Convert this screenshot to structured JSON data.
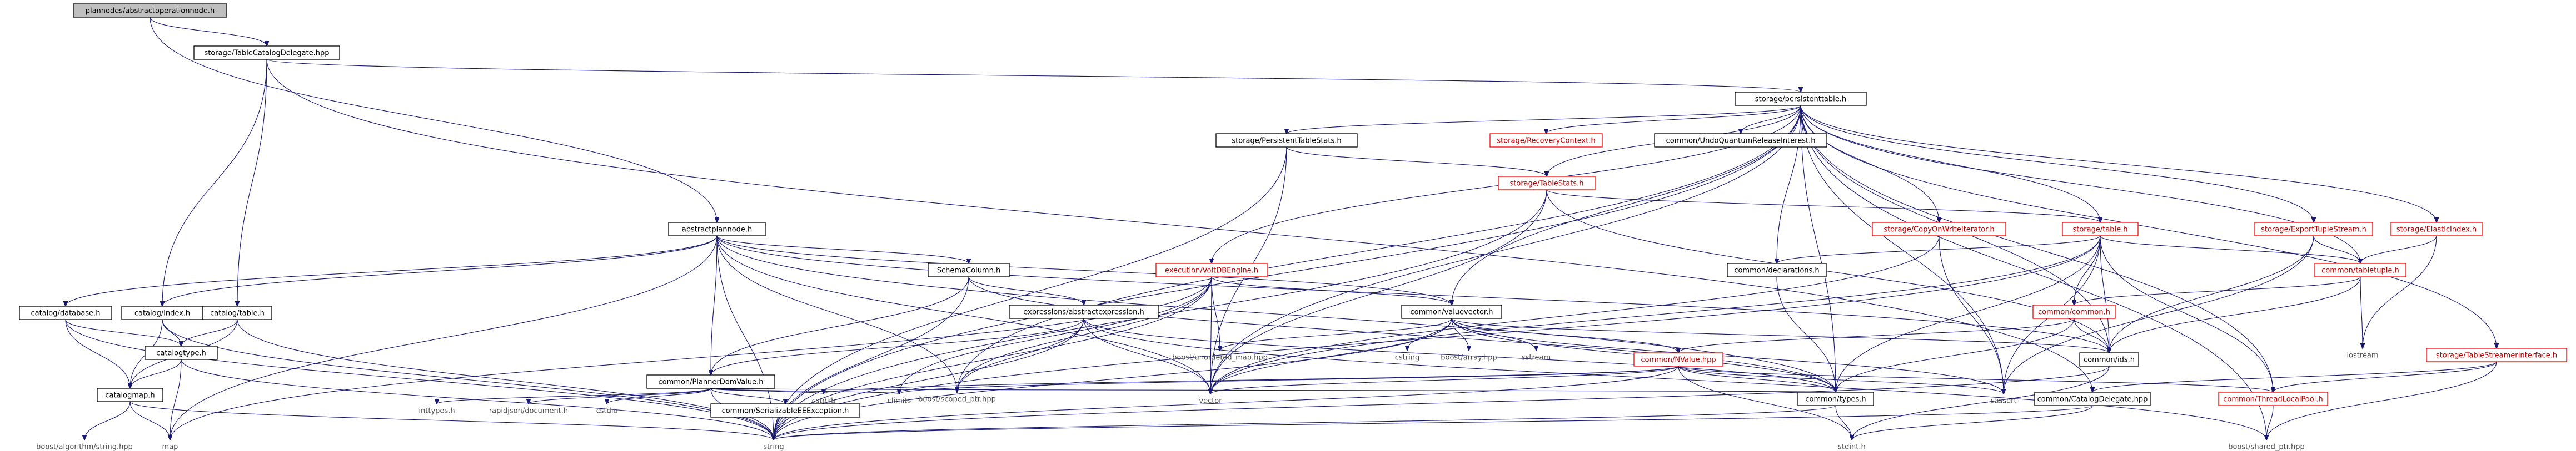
{
  "colors": {
    "edge": "#191970",
    "root_fill": "#bfbfbf",
    "node_border_black": "#000000",
    "node_border_red": "#ff0000",
    "text_red": "#c00000",
    "text_plain": "#505050",
    "background": "#ffffff"
  },
  "nodes": [
    {
      "id": "root",
      "label": "plannodes/abstractoperationnode.h",
      "style": "root"
    },
    {
      "id": "tcd",
      "label": "storage/TableCatalogDelegate.hpp",
      "style": "black"
    },
    {
      "id": "ptable",
      "label": "storage/persistenttable.h",
      "style": "black"
    },
    {
      "id": "apn",
      "label": "abstractplannode.h",
      "style": "black"
    },
    {
      "id": "catindex",
      "label": "catalog/index.h",
      "style": "black"
    },
    {
      "id": "cattable",
      "label": "catalog/table.h",
      "style": "black"
    },
    {
      "id": "catdb",
      "label": "catalog/database.h",
      "style": "black"
    },
    {
      "id": "cattype",
      "label": "catalogtype.h",
      "style": "black"
    },
    {
      "id": "catmap",
      "label": "catalogmap.h",
      "style": "black"
    },
    {
      "id": "pts",
      "label": "storage/PersistentTableStats.h",
      "style": "black"
    },
    {
      "id": "recctx",
      "label": "storage/RecoveryContext.h",
      "style": "red"
    },
    {
      "id": "undo",
      "label": "common/UndoQuantumReleaseInterest.h",
      "style": "black"
    },
    {
      "id": "tstats",
      "label": "storage/TableStats.h",
      "style": "red"
    },
    {
      "id": "copyonwrite",
      "label": "storage/CopyOnWriteIterator.h",
      "style": "red"
    },
    {
      "id": "stable",
      "label": "storage/table.h",
      "style": "red"
    },
    {
      "id": "exportts",
      "label": "storage/ExportTupleStream.h",
      "style": "red"
    },
    {
      "id": "elastic",
      "label": "storage/ElasticIndex.h",
      "style": "red"
    },
    {
      "id": "schema",
      "label": "SchemaColumn.h",
      "style": "black"
    },
    {
      "id": "voltdb",
      "label": "execution/VoltDBEngine.h",
      "style": "red"
    },
    {
      "id": "absexpr",
      "label": "expressions/abstractexpression.h",
      "style": "black"
    },
    {
      "id": "decl",
      "label": "common/declarations.h",
      "style": "black"
    },
    {
      "id": "tabletuple",
      "label": "common/tabletuple.h",
      "style": "red"
    },
    {
      "id": "valvec",
      "label": "common/valuevector.h",
      "style": "black"
    },
    {
      "id": "pdv",
      "label": "common/PlannerDomValue.h",
      "style": "black"
    },
    {
      "id": "ccommon",
      "label": "common/common.h",
      "style": "red"
    },
    {
      "id": "nvalue",
      "label": "common/NValue.hpp",
      "style": "red"
    },
    {
      "id": "cids",
      "label": "common/ids.h",
      "style": "black"
    },
    {
      "id": "tsi",
      "label": "storage/TableStreamerInterface.h",
      "style": "red"
    },
    {
      "id": "ctypes",
      "label": "common/types.h",
      "style": "black"
    },
    {
      "id": "ccd",
      "label": "common/CatalogDelegate.hpp",
      "style": "black"
    },
    {
      "id": "tlp",
      "label": "common/ThreadLocalPool.h",
      "style": "red"
    },
    {
      "id": "ser",
      "label": "common/SerializableEEException.h",
      "style": "black"
    },
    {
      "id": "unmap",
      "label": "boost/unordered_map.hpp",
      "style": "plain"
    },
    {
      "id": "scoped",
      "label": "boost/scoped_ptr.hpp",
      "style": "plain"
    },
    {
      "id": "arrayhpp",
      "label": "boost/array.hpp",
      "style": "plain"
    },
    {
      "id": "sstream",
      "label": "sstream",
      "style": "plain"
    },
    {
      "id": "cstring",
      "label": "cstring",
      "style": "plain"
    },
    {
      "id": "iostream",
      "label": "iostream",
      "style": "plain"
    },
    {
      "id": "inttypes",
      "label": "inttypes.h",
      "style": "plain"
    },
    {
      "id": "rapid",
      "label": "rapidjson/document.h",
      "style": "plain"
    },
    {
      "id": "cstdio",
      "label": "cstdio",
      "style": "plain"
    },
    {
      "id": "cstdlib",
      "label": "cstdlib",
      "style": "plain"
    },
    {
      "id": "climits",
      "label": "climits",
      "style": "plain"
    },
    {
      "id": "vector",
      "label": "vector",
      "style": "plain"
    },
    {
      "id": "cassert",
      "label": "cassert",
      "style": "plain"
    },
    {
      "id": "string",
      "label": "string",
      "style": "plain"
    },
    {
      "id": "map",
      "label": "map",
      "style": "plain"
    },
    {
      "id": "stdint",
      "label": "stdint.h",
      "style": "plain"
    },
    {
      "id": "shared",
      "label": "boost/shared_ptr.hpp",
      "style": "plain"
    },
    {
      "id": "algo",
      "label": "boost/algorithm/string.hpp",
      "style": "plain"
    }
  ],
  "edges": [
    [
      "root",
      "tcd"
    ],
    [
      "root",
      "apn"
    ],
    [
      "tcd",
      "ptable"
    ],
    [
      "tcd",
      "catindex"
    ],
    [
      "tcd",
      "cattable"
    ],
    [
      "tcd",
      "ccd"
    ],
    [
      "ptable",
      "pts"
    ],
    [
      "ptable",
      "recctx"
    ],
    [
      "ptable",
      "undo"
    ],
    [
      "ptable",
      "tstats"
    ],
    [
      "ptable",
      "copyonwrite"
    ],
    [
      "ptable",
      "stable"
    ],
    [
      "ptable",
      "exportts"
    ],
    [
      "ptable",
      "elastic"
    ],
    [
      "ptable",
      "voltdb"
    ],
    [
      "ptable",
      "valvec"
    ],
    [
      "ptable",
      "decl"
    ],
    [
      "ptable",
      "tabletuple"
    ],
    [
      "ptable",
      "cids"
    ],
    [
      "ptable",
      "tsi"
    ],
    [
      "ptable",
      "ctypes"
    ],
    [
      "ptable",
      "tlp"
    ],
    [
      "ptable",
      "vector"
    ],
    [
      "ptable",
      "string"
    ],
    [
      "ptable",
      "scoped"
    ],
    [
      "ptable",
      "shared"
    ],
    [
      "ptable",
      "cassert"
    ],
    [
      "pts",
      "tstats"
    ],
    [
      "pts",
      "string"
    ],
    [
      "pts",
      "vector"
    ],
    [
      "tstats",
      "stable"
    ],
    [
      "tstats",
      "string"
    ],
    [
      "tstats",
      "vector"
    ],
    [
      "tstats",
      "cids"
    ],
    [
      "stable",
      "decl"
    ],
    [
      "stable",
      "tabletuple"
    ],
    [
      "stable",
      "cids"
    ],
    [
      "stable",
      "ctypes"
    ],
    [
      "stable",
      "tlp"
    ],
    [
      "stable",
      "vector"
    ],
    [
      "stable",
      "string"
    ],
    [
      "stable",
      "cassert"
    ],
    [
      "stable",
      "ccommon"
    ],
    [
      "copyonwrite",
      "vector"
    ],
    [
      "copyonwrite",
      "cassert"
    ],
    [
      "exportts",
      "tabletuple"
    ],
    [
      "exportts",
      "cids"
    ],
    [
      "exportts",
      "cassert"
    ],
    [
      "elastic",
      "tabletuple"
    ],
    [
      "elastic",
      "iostream"
    ],
    [
      "apn",
      "catdb"
    ],
    [
      "apn",
      "catindex"
    ],
    [
      "apn",
      "schema"
    ],
    [
      "apn",
      "pdv"
    ],
    [
      "apn",
      "valvec"
    ],
    [
      "apn",
      "cids"
    ],
    [
      "apn",
      "ctypes"
    ],
    [
      "apn",
      "string"
    ],
    [
      "apn",
      "map"
    ],
    [
      "apn",
      "vector"
    ],
    [
      "apn",
      "scoped"
    ],
    [
      "catindex",
      "cattype"
    ],
    [
      "catindex",
      "catmap"
    ],
    [
      "catindex",
      "string"
    ],
    [
      "cattable",
      "cattype"
    ],
    [
      "cattable",
      "catmap"
    ],
    [
      "cattable",
      "string"
    ],
    [
      "catdb",
      "cattype"
    ],
    [
      "catdb",
      "catmap"
    ],
    [
      "catdb",
      "string"
    ],
    [
      "cattype",
      "catmap"
    ],
    [
      "cattype",
      "string"
    ],
    [
      "cattype",
      "map"
    ],
    [
      "catmap",
      "map"
    ],
    [
      "catmap",
      "string"
    ],
    [
      "catmap",
      "algo"
    ],
    [
      "schema",
      "absexpr"
    ],
    [
      "schema",
      "pdv"
    ],
    [
      "schema",
      "string"
    ],
    [
      "schema",
      "ctypes"
    ],
    [
      "absexpr",
      "pdv"
    ],
    [
      "absexpr",
      "ctypes"
    ],
    [
      "absexpr",
      "string"
    ],
    [
      "absexpr",
      "vector"
    ],
    [
      "absexpr",
      "scoped"
    ],
    [
      "absexpr",
      "shared"
    ],
    [
      "voltdb",
      "valvec"
    ],
    [
      "voltdb",
      "unmap"
    ],
    [
      "voltdb",
      "vector"
    ],
    [
      "voltdb",
      "string"
    ],
    [
      "voltdb",
      "scoped"
    ],
    [
      "voltdb",
      "climits"
    ],
    [
      "voltdb",
      "map"
    ],
    [
      "valvec",
      "nvalue"
    ],
    [
      "valvec",
      "ctypes"
    ],
    [
      "valvec",
      "unmap"
    ],
    [
      "valvec",
      "arrayhpp"
    ],
    [
      "valvec",
      "sstream"
    ],
    [
      "valvec",
      "cstring"
    ],
    [
      "valvec",
      "vector"
    ],
    [
      "valvec",
      "string"
    ],
    [
      "valvec",
      "cassert"
    ],
    [
      "valvec",
      "cids"
    ],
    [
      "decl",
      "ctypes"
    ],
    [
      "tabletuple",
      "ccommon"
    ],
    [
      "tabletuple",
      "iostream"
    ],
    [
      "tabletuple",
      "cids"
    ],
    [
      "ccommon",
      "cids"
    ],
    [
      "ccommon",
      "nvalue"
    ],
    [
      "ccommon",
      "ctypes"
    ],
    [
      "nvalue",
      "ctypes"
    ],
    [
      "nvalue",
      "tlp"
    ],
    [
      "nvalue",
      "vector"
    ],
    [
      "nvalue",
      "string"
    ],
    [
      "nvalue",
      "stdint"
    ],
    [
      "nvalue",
      "cassert"
    ],
    [
      "nvalue",
      "climits"
    ],
    [
      "nvalue",
      "cstdlib"
    ],
    [
      "cids",
      "stdint"
    ],
    [
      "cids",
      "string"
    ],
    [
      "tsi",
      "shared"
    ],
    [
      "tsi",
      "tlp"
    ],
    [
      "tsi",
      "ccd"
    ],
    [
      "ctypes",
      "string"
    ],
    [
      "ctypes",
      "stdint"
    ],
    [
      "ccd",
      "string"
    ],
    [
      "ccd",
      "stdint"
    ],
    [
      "tlp",
      "shared"
    ],
    [
      "pdv",
      "ser"
    ],
    [
      "pdv",
      "inttypes"
    ],
    [
      "pdv",
      "rapid"
    ],
    [
      "pdv",
      "cstdio"
    ],
    [
      "pdv",
      "cstdlib"
    ],
    [
      "pdv",
      "climits"
    ],
    [
      "pdv",
      "string"
    ],
    [
      "pdv",
      "ctypes"
    ],
    [
      "ser",
      "string"
    ]
  ]
}
